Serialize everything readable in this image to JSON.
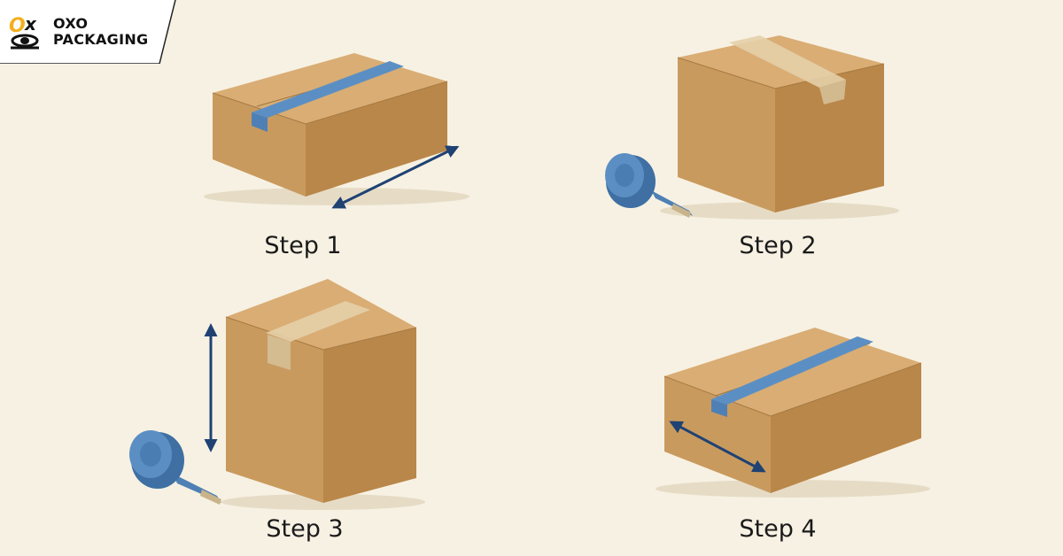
{
  "brand": {
    "line1": "OXO",
    "line2": "PACKAGING",
    "logo_mark": "OX"
  },
  "steps": [
    {
      "label": "Step 1"
    },
    {
      "label": "Step 2"
    },
    {
      "label": "Step 3"
    },
    {
      "label": "Step 4"
    }
  ],
  "colors": {
    "background": "#f7f1e3",
    "cardboard_top": "#d9ad74",
    "cardboard_front": "#c99a5e",
    "cardboard_side": "#b98749",
    "tape_blue": "#5b8fc4",
    "tape_clear": "#e4cfa9",
    "arrow": "#1f4273"
  }
}
